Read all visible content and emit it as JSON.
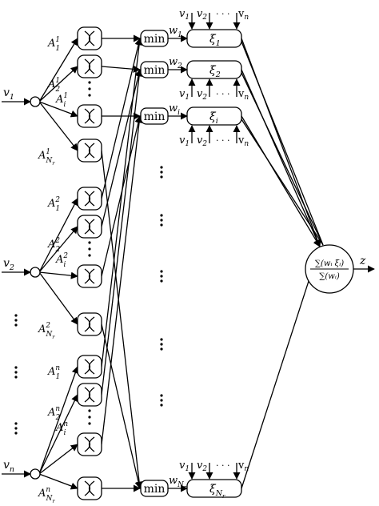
{
  "inputs": [
    {
      "base": "v",
      "sub": "1"
    },
    {
      "base": "v",
      "sub": "2"
    },
    {
      "base": "v",
      "sub": "n"
    }
  ],
  "membership_labels": [
    {
      "base": "A",
      "sub": "1",
      "sup": "1"
    },
    {
      "base": "A",
      "sub": "2",
      "sup": "1"
    },
    {
      "base": "A",
      "sub": "i",
      "sup": "1"
    },
    {
      "base": "A",
      "sub": "N",
      "subsub": "r",
      "sup": "1"
    },
    {
      "base": "A",
      "sub": "1",
      "sup": "2"
    },
    {
      "base": "A",
      "sub": "2",
      "sup": "2"
    },
    {
      "base": "A",
      "sub": "i",
      "sup": "2"
    },
    {
      "base": "A",
      "sub": "N",
      "subsub": "r",
      "sup": "2"
    },
    {
      "base": "A",
      "sub": "1",
      "sup": "n"
    },
    {
      "base": "A",
      "sub": "2",
      "sup": "n"
    },
    {
      "base": "A",
      "sub": "i",
      "sup": "n"
    },
    {
      "base": "A",
      "sub": "N",
      "subsub": "r",
      "sup": "n"
    }
  ],
  "min_label": "min",
  "weights": [
    {
      "base": "w",
      "sub": "1"
    },
    {
      "base": "w",
      "sub": "2"
    },
    {
      "base": "w",
      "sub": "i"
    },
    {
      "base": "w",
      "sub": "N",
      "subsub": "r"
    }
  ],
  "rule_outputs": [
    {
      "base": "ξ",
      "sub": "1"
    },
    {
      "base": "ξ",
      "sub": "2"
    },
    {
      "base": "ξ",
      "sub": "i"
    },
    {
      "base": "ξ",
      "sub": "N",
      "subsub": "r"
    }
  ],
  "rule_input_row": {
    "v1": "v1",
    "v2": "v2",
    "dots": "· · ·",
    "vn": "vn"
  },
  "aggregator": {
    "numerator": "∑(wᵢ ξᵢ)",
    "denominator": "∑(wᵢ)"
  },
  "output_label": "z"
}
